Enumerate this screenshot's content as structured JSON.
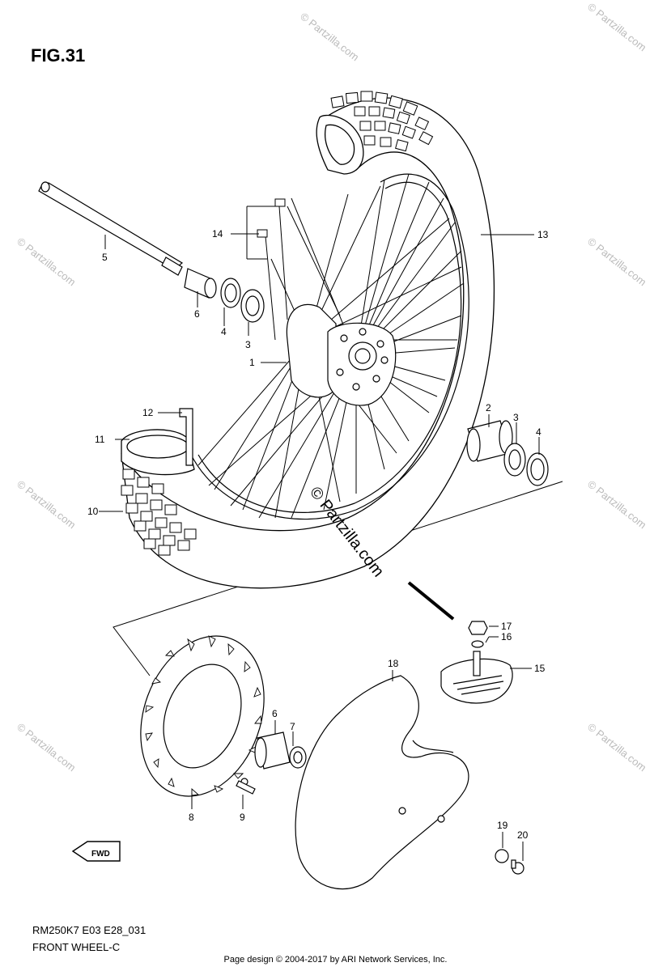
{
  "header": {
    "figure": "FIG.31"
  },
  "footer": {
    "model_code": "RM250K7 E03 E28_031",
    "section": "FRONT WHEEL-C",
    "copyright": "Page design © 2004-2017 by ARI Network Services, Inc."
  },
  "watermark": {
    "center": "© Partzilla.com",
    "corner": "© Partzilla.com"
  },
  "fwd_badge": "FWD",
  "callouts": [
    {
      "id": "c1",
      "label": "1"
    },
    {
      "id": "c2",
      "label": "2"
    },
    {
      "id": "c3a",
      "label": "3"
    },
    {
      "id": "c3b",
      "label": "3"
    },
    {
      "id": "c4a",
      "label": "4"
    },
    {
      "id": "c4b",
      "label": "4"
    },
    {
      "id": "c5",
      "label": "5"
    },
    {
      "id": "c6a",
      "label": "6"
    },
    {
      "id": "c6b",
      "label": "6"
    },
    {
      "id": "c7",
      "label": "7"
    },
    {
      "id": "c8",
      "label": "8"
    },
    {
      "id": "c9",
      "label": "9"
    },
    {
      "id": "c10",
      "label": "10"
    },
    {
      "id": "c11",
      "label": "11"
    },
    {
      "id": "c12",
      "label": "12"
    },
    {
      "id": "c13",
      "label": "13"
    },
    {
      "id": "c14",
      "label": "14"
    },
    {
      "id": "c15",
      "label": "15"
    },
    {
      "id": "c16",
      "label": "16"
    },
    {
      "id": "c17",
      "label": "17"
    },
    {
      "id": "c18",
      "label": "18"
    },
    {
      "id": "c19",
      "label": "19"
    },
    {
      "id": "c20",
      "label": "20"
    }
  ]
}
